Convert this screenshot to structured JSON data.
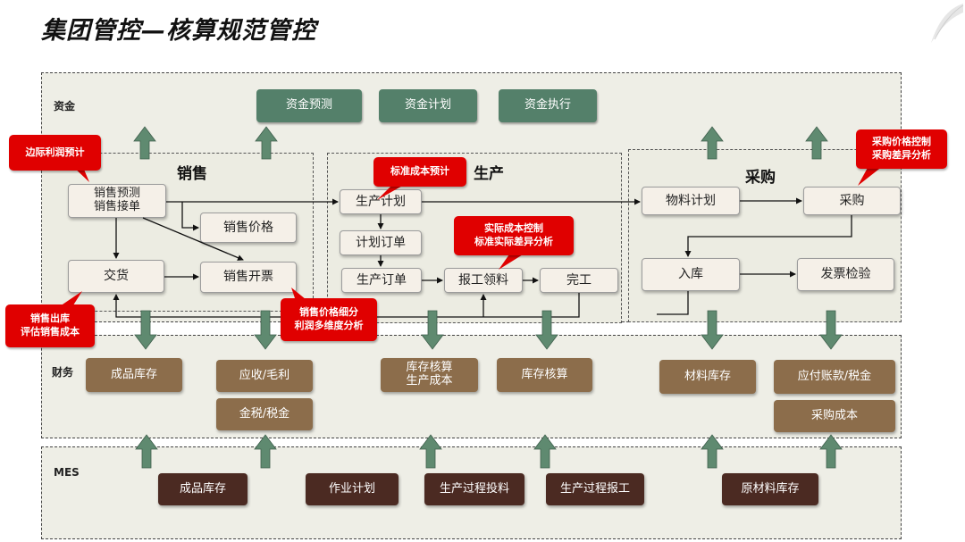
{
  "title": "集团管控—核算规范管控",
  "sections": {
    "fund": "资金",
    "finance": "财务",
    "mes": "MES",
    "sales": "销售",
    "production": "生产",
    "purchase": "采购"
  },
  "fund_boxes": [
    "资金预测",
    "资金计划",
    "资金执行"
  ],
  "sales": {
    "forecast": "销售预测\n销售接单",
    "price": "销售价格",
    "delivery": "交货",
    "invoice": "销售开票"
  },
  "production": {
    "plan": "生产计划",
    "plan_order": "计划订单",
    "prod_order": "生产订单",
    "report": "报工领料",
    "complete": "完工"
  },
  "purchase": {
    "material_plan": "物料计划",
    "purchase": "采购",
    "inbound": "入库",
    "invoice_check": "发票检验"
  },
  "finance_boxes": {
    "fg_inventory": "成品库存",
    "receivable": "应收/毛利",
    "tax": "金税/税金",
    "inv_accounting": "库存核算\n生产成本",
    "inv_accounting2": "库存核算",
    "material_inv": "材料库存",
    "payable": "应付账款/税金",
    "purchase_cost": "采购成本"
  },
  "mes_boxes": {
    "fg_inventory": "成品库存",
    "work_plan": "作业计划",
    "process_input": "生产过程投料",
    "process_report": "生产过程报工",
    "raw_inventory": "原材料库存"
  },
  "callouts": {
    "margin_forecast": "边际利润预计",
    "std_cost": "标准成本预计",
    "actual_cost": "实际成本控制\n标准实际差异分析",
    "purchase_price": "采购价格控制\n采购差异分析",
    "sales_out": "销售出库\n评估销售成本",
    "sales_price": "销售价格细分\n利润多维度分析"
  },
  "colors": {
    "green": "#54806a",
    "brown": "#8c6d4b",
    "dark": "#4b2a22",
    "red": "#e00000",
    "panel": "#eeeee6"
  }
}
